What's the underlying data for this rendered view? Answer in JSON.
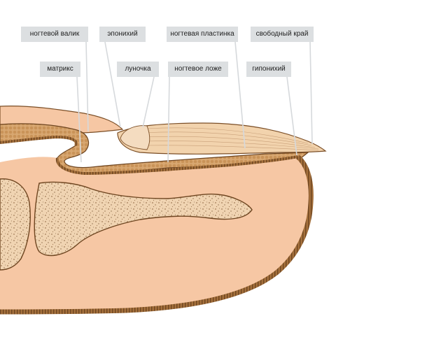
{
  "labels": {
    "nail_fold": "ногтевой валик",
    "eponychium": "эпонихий",
    "nail_plate": "ногтевая пластинка",
    "free_edge": "свободный край",
    "matrix": "матрикс",
    "lunula": "луночка",
    "nail_bed": "ногтевое ложе",
    "hyponychium": "гипонихий"
  },
  "colors": {
    "skin": "#f6c7a4",
    "skin_dark": "#e9b68f",
    "nail": "#f2d3ad",
    "granular": "#d6a56c",
    "border": "#8b5a2b",
    "bone": "#f0d4b2",
    "bone_speckle": "#a07a55",
    "label_bg": "#dcdfe1"
  }
}
